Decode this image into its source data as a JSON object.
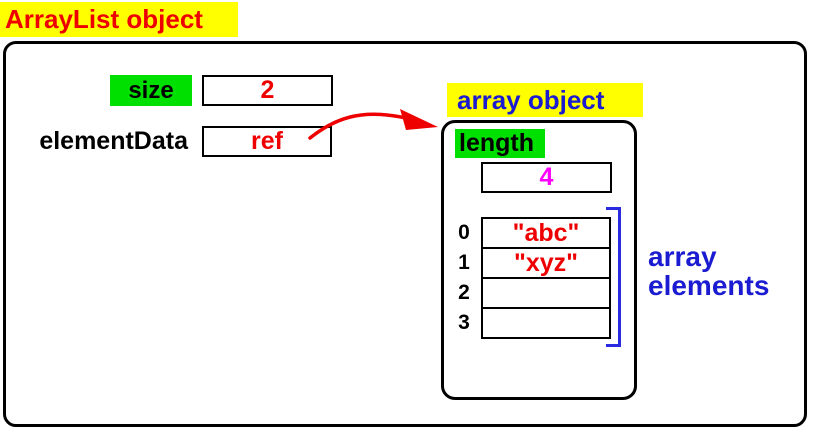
{
  "title": "ArrayList object",
  "arraylist_object": {
    "size_label": "size",
    "size_value": "2",
    "element_data_label": "elementData",
    "element_data_value": "ref"
  },
  "array_object": {
    "title": "array object",
    "length_label": "length",
    "length_value": "4",
    "elements": [
      {
        "index": "0",
        "value": "\"abc\""
      },
      {
        "index": "1",
        "value": "\"xyz\""
      },
      {
        "index": "2",
        "value": ""
      },
      {
        "index": "3",
        "value": ""
      }
    ],
    "caption_line1": "array",
    "caption_line2": "elements"
  },
  "colors": {
    "highlight_yellow": "#ffff00",
    "highlight_green": "#00e000",
    "value_red": "#ee0000",
    "length_magenta": "#ff00ff",
    "label_blue": "#1b1bd1",
    "bracket_blue": "#2a2ae0",
    "border_black": "#000000"
  }
}
